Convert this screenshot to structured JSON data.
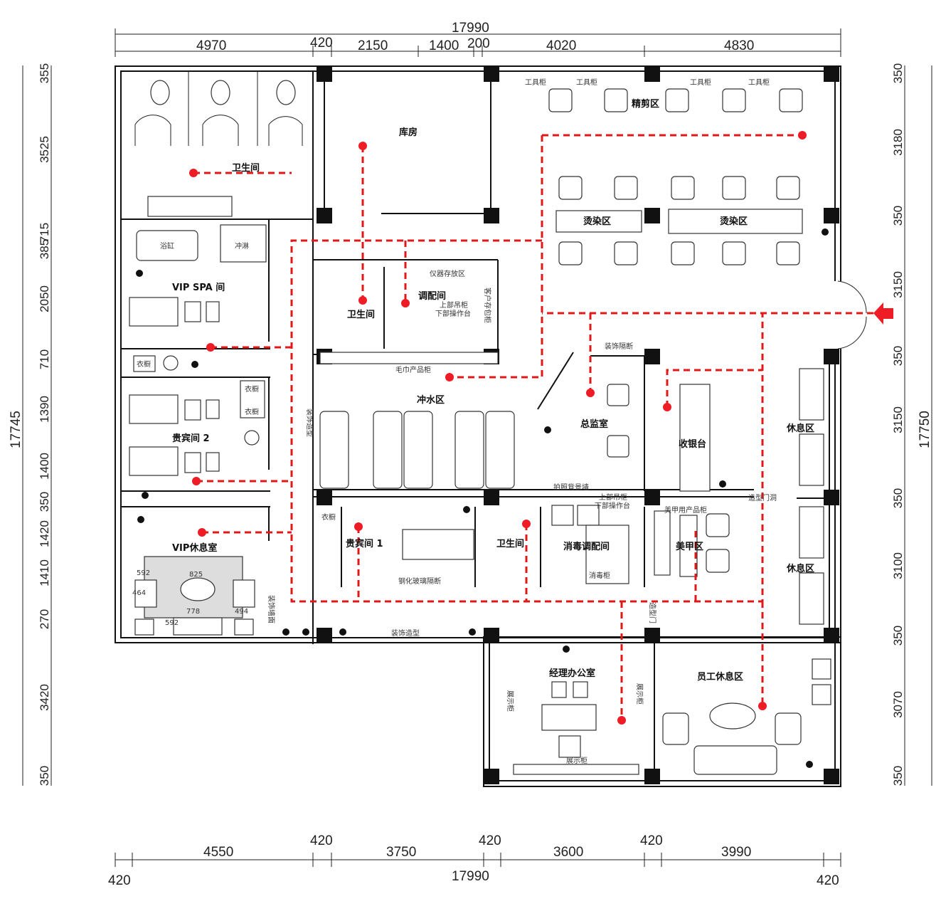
{
  "dimensions": {
    "top_total": "17990",
    "top_segments": [
      "4970",
      "420",
      "2150",
      "1400",
      "200",
      "4020",
      "4830"
    ],
    "bottom_segments": [
      "4550",
      "420",
      "3750",
      "420",
      "3600",
      "420",
      "3990"
    ],
    "bottom_total": "17990",
    "bottom_edges": [
      "420",
      "420"
    ],
    "left_total": "17745",
    "left_segments": [
      "355",
      "3525",
      "715",
      "385",
      "2050",
      "710",
      "1390",
      "1400",
      "350",
      "1420",
      "1410",
      "270",
      "3420",
      "350"
    ],
    "right_total": "17750",
    "right_segments": [
      "350",
      "3180",
      "350",
      "3150",
      "350",
      "3150",
      "350",
      "3100",
      "350",
      "3070",
      "350"
    ]
  },
  "rooms": {
    "toilet_top": "卫生间",
    "storage": "库房",
    "trim_area": "精剪区",
    "perm_dye_1": "烫染区",
    "perm_dye_2": "烫染区",
    "bathtub": "浴缸",
    "shower": "冲淋",
    "vip_spa": "VIP SPA 间",
    "instrument": "仪器存放区",
    "mixing": "调配间",
    "toilet_mid": "卫生间",
    "towel": "毛巾产品柜",
    "wash": "冲水区",
    "director": "总监室",
    "cashier": "收银台",
    "rest_1": "休息区",
    "rest_2": "休息区",
    "guest_2": "贵宾间 2",
    "wardrobe_1": "衣橱",
    "wardrobe_2": "衣橱",
    "wardrobe_3": "衣橱",
    "wardrobe_4": "衣橱",
    "vip_rest": "VIP休息室",
    "guest_1": "贵宾间 1",
    "toilet_low": "卫生间",
    "disinfect_mix": "消毒调配间",
    "nail": "美甲区",
    "manager": "经理办公室",
    "staff_rest": "员工休息区"
  },
  "labels": {
    "tool_cabinet_1": "工具柜",
    "tool_cabinet_2": "工具柜",
    "tool_cabinet_3": "工具柜",
    "tool_cabinet_4": "工具柜",
    "customer_cabinet": "客户存包柜",
    "upper_cabinet": "上部吊柜",
    "lower_table": "下部操作台",
    "deco_partition": "装饰隔断",
    "photo_wall": "拍照背景墙",
    "upper_cabinet_2": "上部吊柜",
    "lower_table_2": "下部操作台",
    "nail_cabinet": "美甲用产品柜",
    "shaped_opening": "造型门洞",
    "tempered_glass": "钢化玻璃隔断",
    "disinfect_cabinet": "消毒柜",
    "deco_shape": "装饰造型",
    "deco_shape_v": "装饰造型",
    "deco_wall": "装饰墙面",
    "display_1": "展示柜",
    "display_2": "展示柜",
    "display_3": "展示柜",
    "shape_door": "造型门",
    "cabinet_dim_1": "592",
    "cabinet_dim_2": "825",
    "cabinet_dim_3": "464",
    "cabinet_dim_4": "778",
    "cabinet_dim_5": "592",
    "cabinet_dim_6": "494"
  },
  "colors": {
    "route": "#e01818",
    "point": "#ee1c25",
    "entrance_arrow": "#ee1c25",
    "wall": "#111111"
  }
}
